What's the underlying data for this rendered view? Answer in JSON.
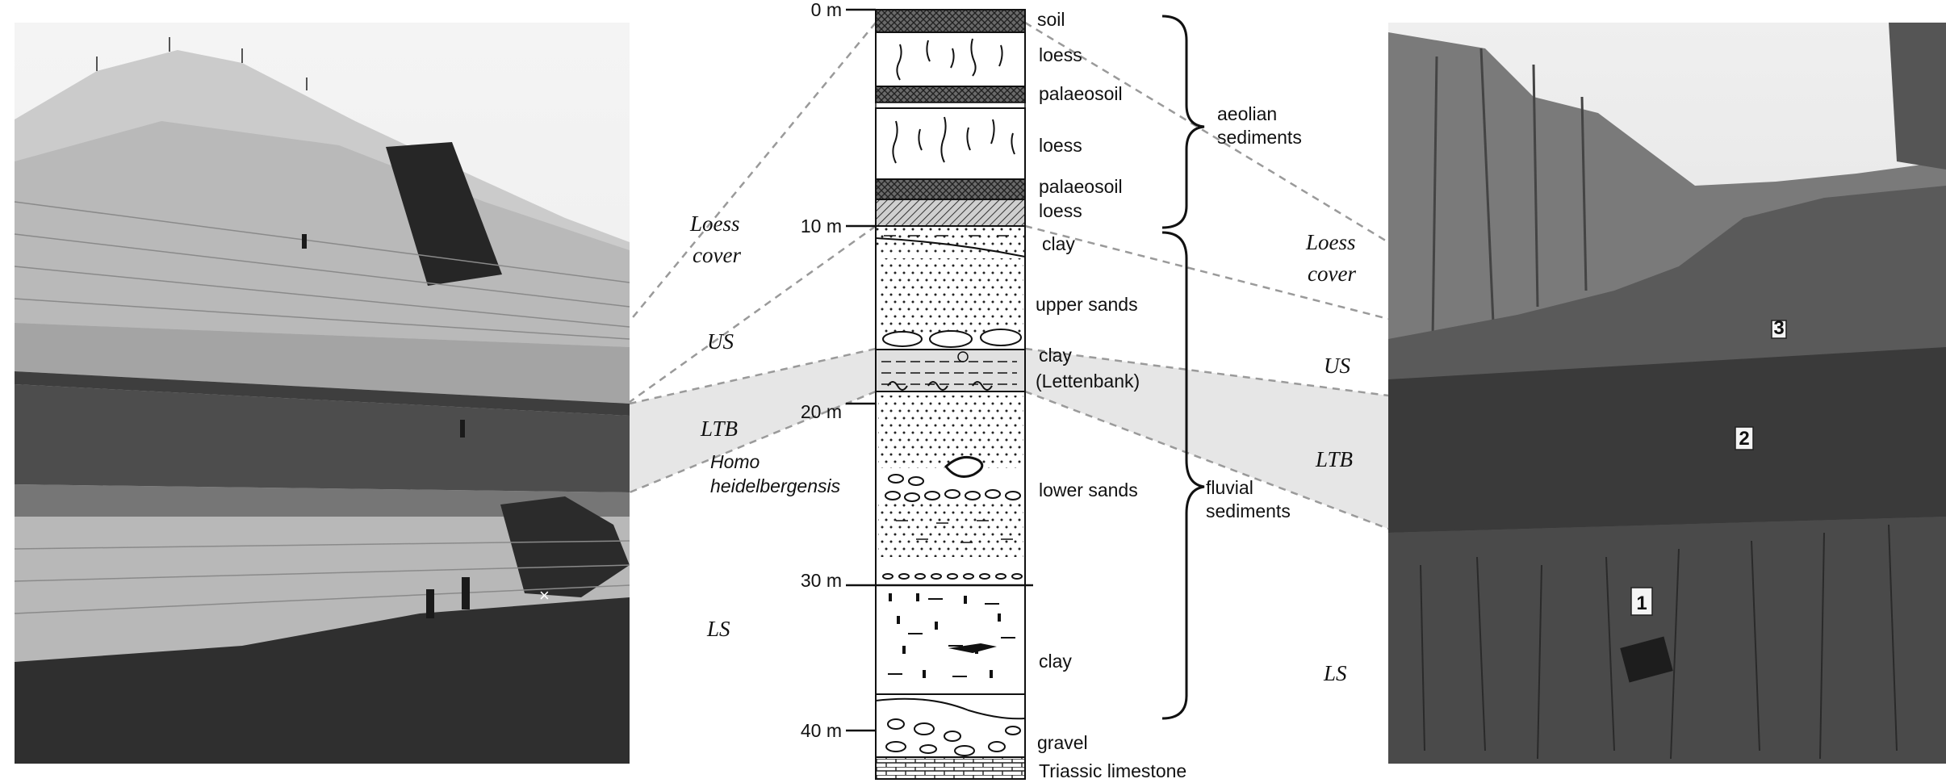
{
  "depth_scale": {
    "unit": "m",
    "ticks": [
      "0 m",
      "10 m",
      "20 m",
      "30 m",
      "40 m"
    ]
  },
  "layers": {
    "soil": "soil",
    "loess_upper": "loess",
    "palaeosoil_upper": "palaeosoil",
    "loess_middle": "loess",
    "palaeosoil_lower": "palaeosoil",
    "loess_lower": "loess",
    "clay_top": "clay",
    "upper_sands": "upper sands",
    "clay_lettenbank_1": "clay",
    "clay_lettenbank_2": "(Lettenbank)",
    "lower_sands": "lower sands",
    "clay_bottom": "clay",
    "gravel": "gravel",
    "triassic_limestone": "Triassic limestone"
  },
  "groups": {
    "aeolian_1": "aeolian",
    "aeolian_2": "sediments",
    "fluvial_1": "fluvial",
    "fluvial_2": "sediments"
  },
  "find": {
    "line1": "Homo",
    "line2": "heidelbergensis"
  },
  "units_left": {
    "loess_cover_1": "Loess",
    "loess_cover_2": "cover",
    "us": "US",
    "ltb": "LTB",
    "ls": "LS"
  },
  "units_right": {
    "loess_cover_1": "Loess",
    "loess_cover_2": "cover",
    "us": "US",
    "ltb": "LTB",
    "ls": "LS"
  },
  "photo_markers": [
    "1",
    "2",
    "3"
  ]
}
